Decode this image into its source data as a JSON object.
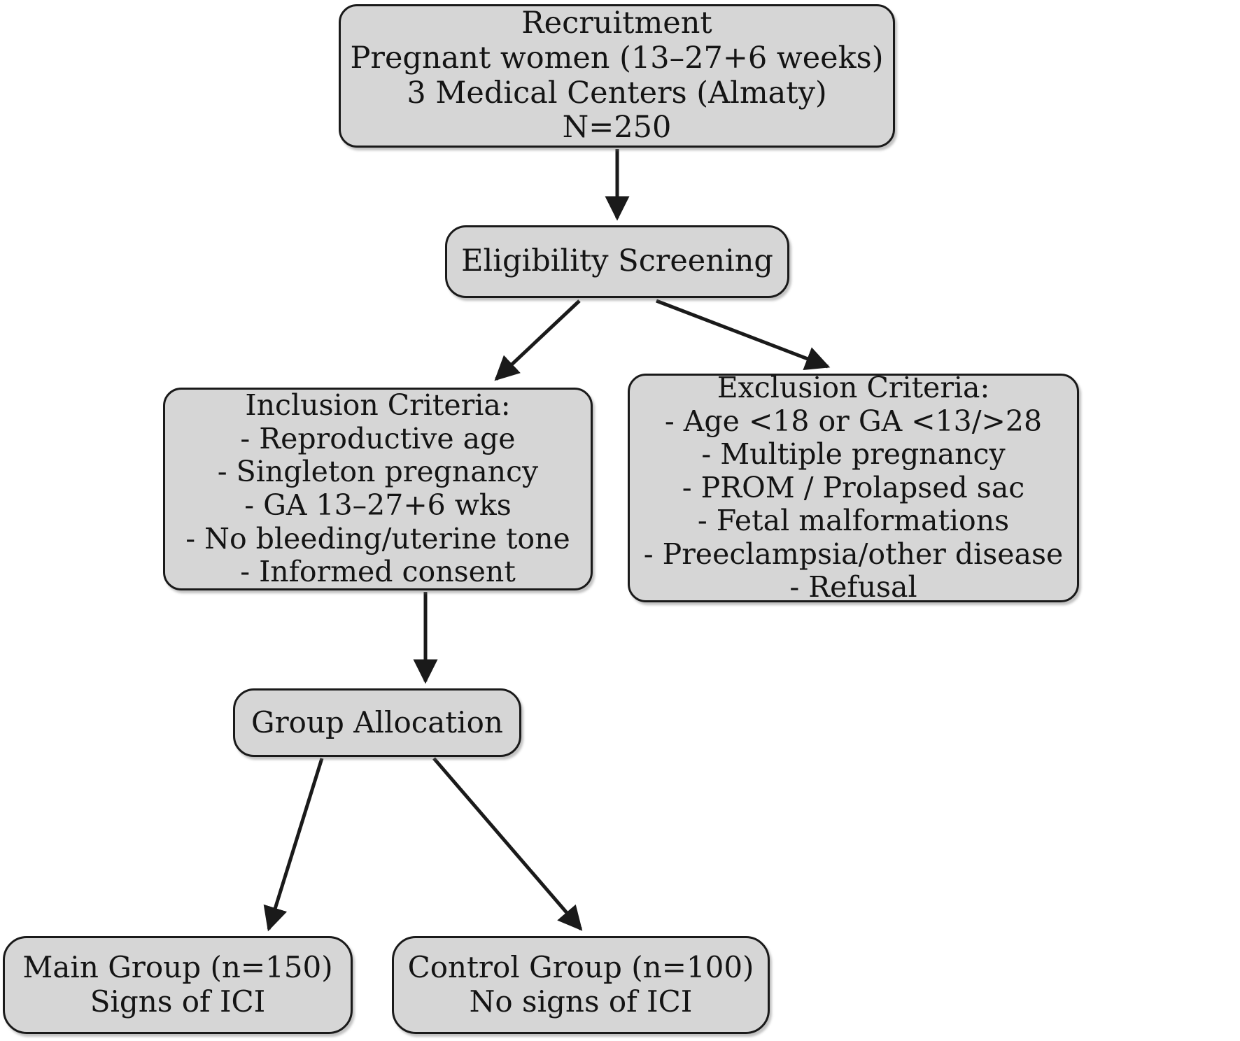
{
  "diagram": {
    "title": "Study recruitment and group allocation flowchart",
    "type": "flowchart",
    "colors": {
      "node_fill": "#d6d6d6",
      "node_border": "#1a1a1a",
      "edge": "#1a1a1a",
      "text": "#141414",
      "background": "#ffffff"
    },
    "nodes": [
      {
        "id": "recruitment",
        "lines": [
          "Recruitment",
          "Pregnant women (13–27+6 weeks)",
          "3 Medical Centers (Almaty)",
          "N=250"
        ]
      },
      {
        "id": "eligibility",
        "lines": [
          "Eligibility Screening"
        ]
      },
      {
        "id": "inclusion",
        "lines": [
          "Inclusion Criteria:",
          "- Reproductive age",
          "- Singleton pregnancy",
          "- GA 13–27+6 wks",
          "- No bleeding/uterine tone",
          "- Informed consent"
        ]
      },
      {
        "id": "exclusion",
        "lines": [
          "Exclusion Criteria:",
          "- Age <18 or GA <13/>28",
          "- Multiple pregnancy",
          "- PROM / Prolapsed sac",
          "- Fetal malformations",
          "- Preeclampsia/other disease",
          "- Refusal"
        ]
      },
      {
        "id": "allocation",
        "lines": [
          "Group Allocation"
        ]
      },
      {
        "id": "main_group",
        "lines": [
          "Main Group (n=150)",
          "Signs of ICI"
        ]
      },
      {
        "id": "control_group",
        "lines": [
          "Control Group (n=100)",
          "No signs of ICI"
        ]
      }
    ],
    "edges": [
      {
        "id": "e1",
        "from": "recruitment",
        "to": "eligibility"
      },
      {
        "id": "e2",
        "from": "eligibility",
        "to": "inclusion"
      },
      {
        "id": "e3",
        "from": "eligibility",
        "to": "exclusion"
      },
      {
        "id": "e4",
        "from": "inclusion",
        "to": "allocation"
      },
      {
        "id": "e5",
        "from": "allocation",
        "to": "main_group"
      },
      {
        "id": "e6",
        "from": "allocation",
        "to": "control_group"
      }
    ]
  }
}
